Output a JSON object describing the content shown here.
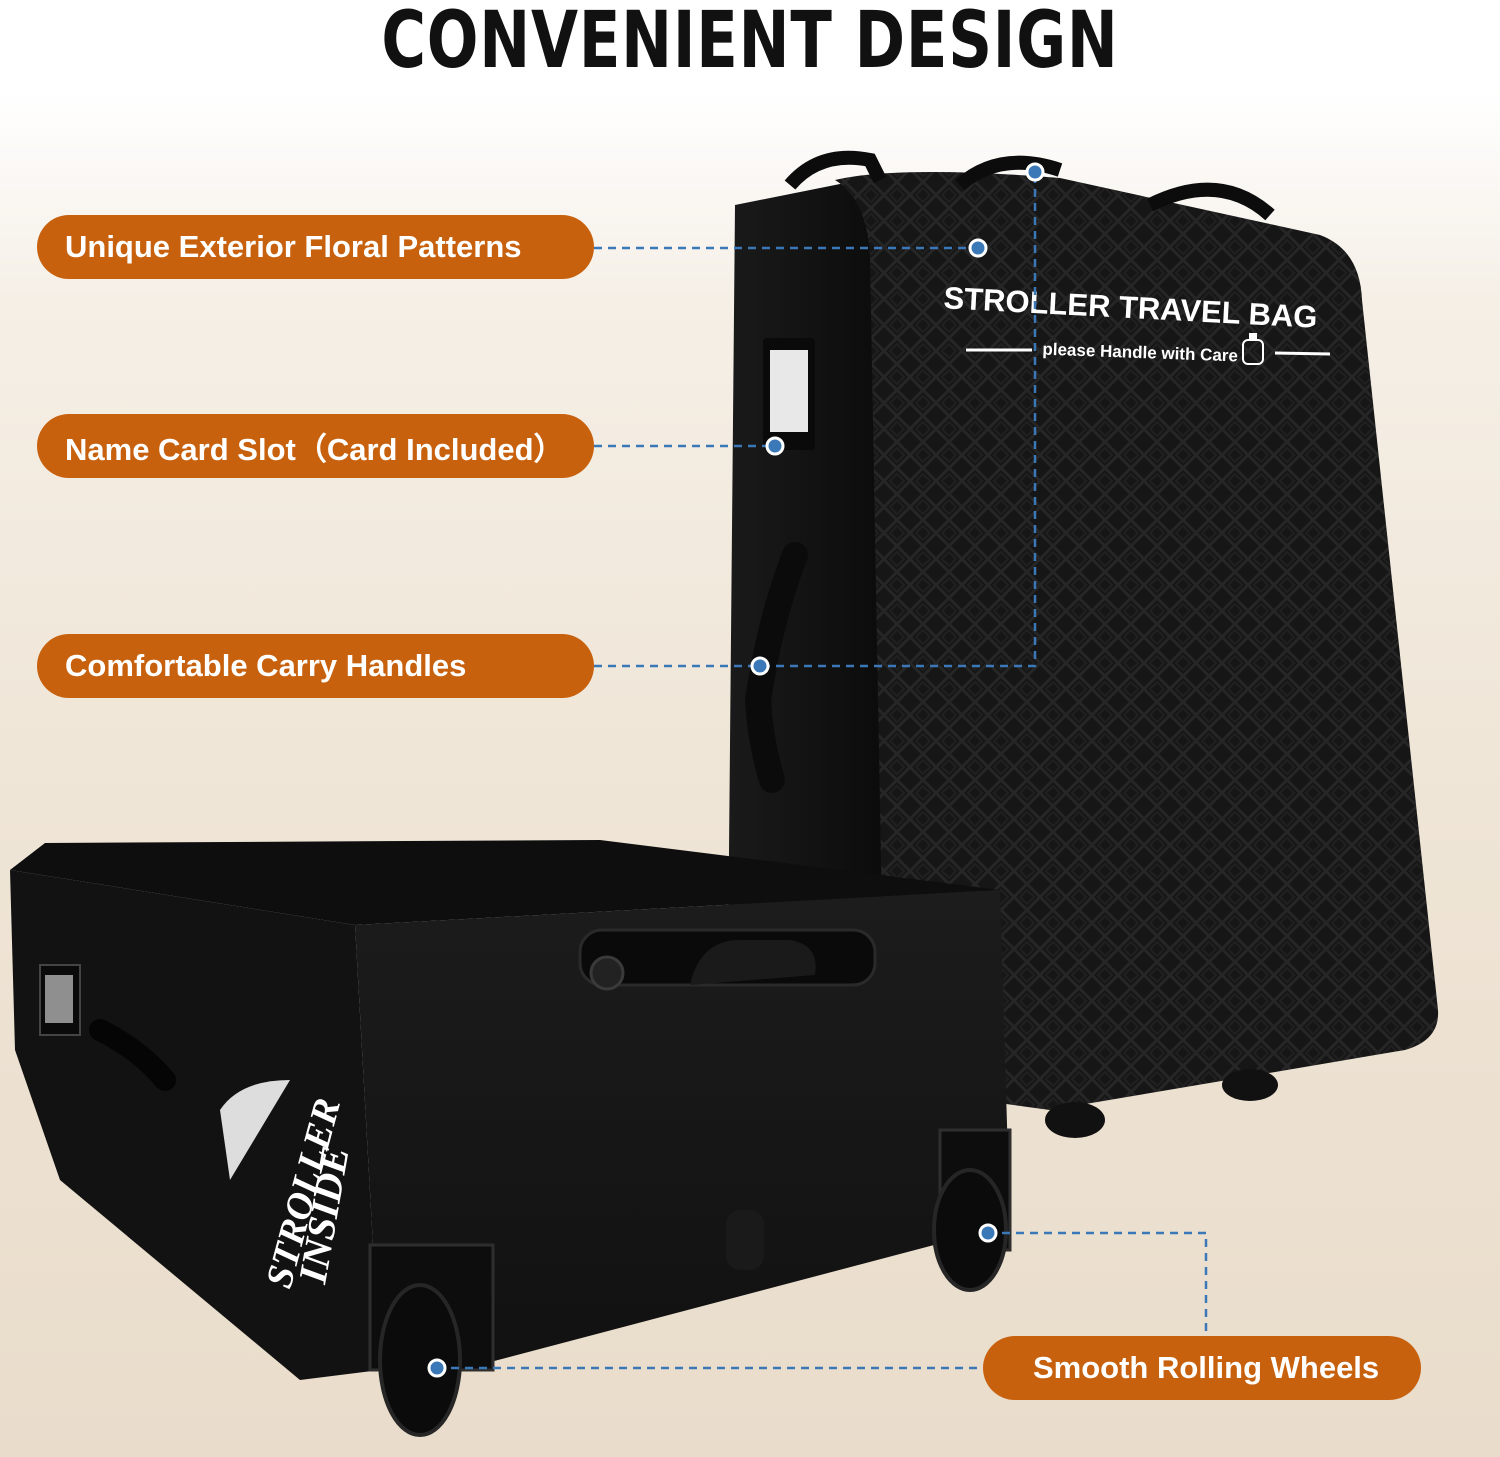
{
  "title": "CONVENIENT DESIGN",
  "callouts": [
    {
      "id": "floral",
      "label": "Unique Exterior Floral Patterns"
    },
    {
      "id": "namecard",
      "label": "Name Card Slot（Card Included）"
    },
    {
      "id": "handles",
      "label": "Comfortable Carry Handles"
    },
    {
      "id": "wheels",
      "label": "Smooth Rolling Wheels"
    }
  ],
  "product_text": {
    "bag_title": "STROLLER TRAVEL BAG",
    "bag_subtitle": "please Handle with Care",
    "side_line1": "STROLLER",
    "side_line2": "INSIDE"
  },
  "colors": {
    "callout_fill": "#c8610e",
    "connector": "#3b78b8",
    "bag": "#141414"
  },
  "icons": [
    "baby-bottle-icon"
  ]
}
